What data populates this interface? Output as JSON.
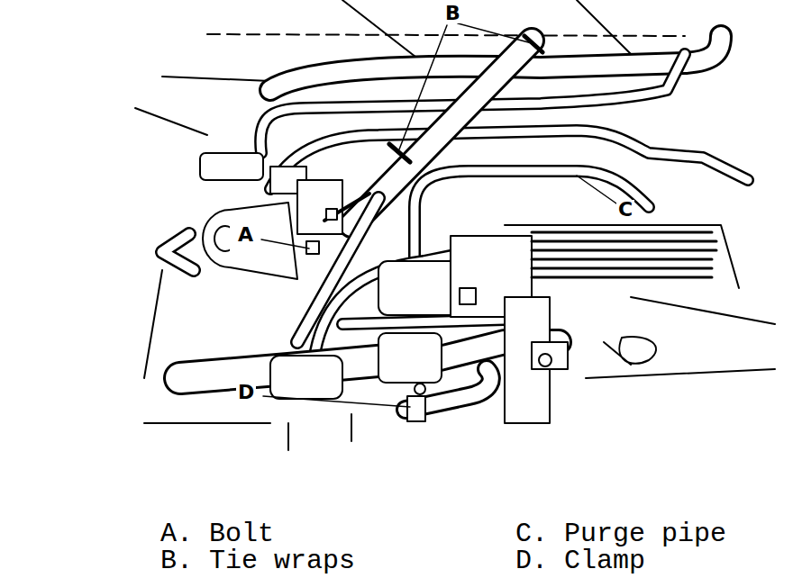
{
  "diagram": {
    "labels": [
      "A",
      "B",
      "C",
      "D",
      "A. Bolt",
      "B. Tie wraps",
      "C. Purge pipe",
      "D. Clamp"
    ]
  }
}
